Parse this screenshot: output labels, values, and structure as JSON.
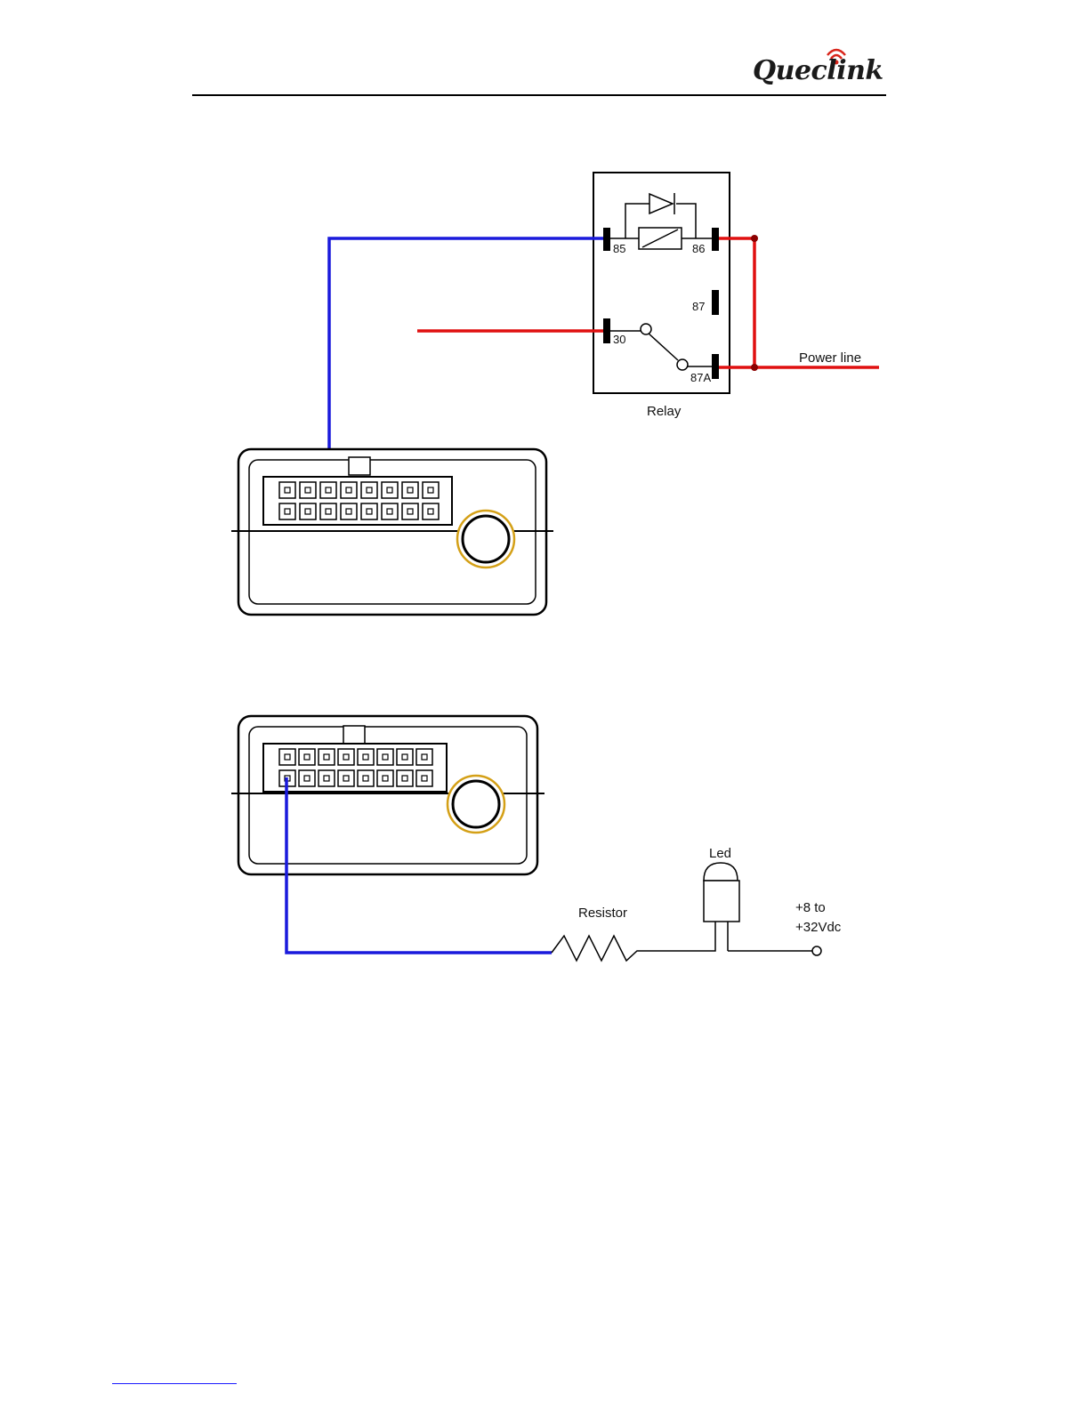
{
  "header": {
    "brand": "Queclink",
    "brand_color": "#d9261c"
  },
  "diagram1": {
    "relay_label": "Relay",
    "pins": {
      "p85": "85",
      "p86": "86",
      "p87": "87",
      "p30": "30",
      "p87a": "87A"
    },
    "power_line_label": "Power line",
    "wire_colors": {
      "signal": "#1a1adc",
      "power": "#e01010"
    }
  },
  "diagram2": {
    "led_label": "Led",
    "resistor_label": "Resistor",
    "supply_line1": "+8 to",
    "supply_line2": "+32Vdc"
  },
  "colors": {
    "button_ring": "#d4a017"
  }
}
